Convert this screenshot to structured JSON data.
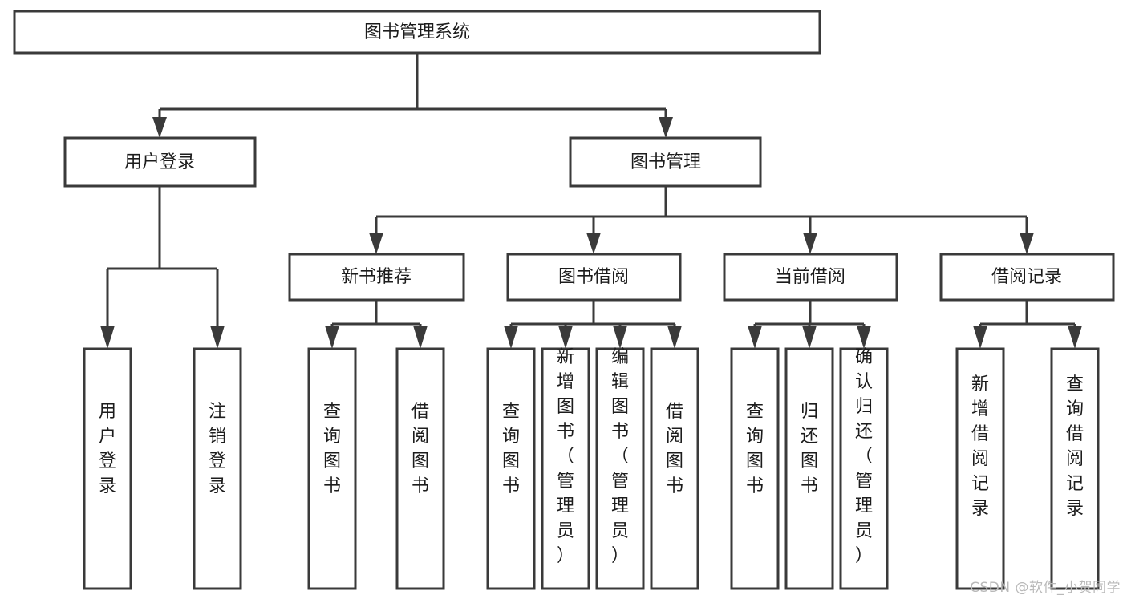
{
  "diagram": {
    "title": "图书管理系统",
    "type": "tree-hierarchy-diagram",
    "colors": {
      "background": "#ffffff",
      "box_stroke": "#3a3a3a",
      "box_fill": "#ffffff",
      "text": "#1c1c1c",
      "watermark": "#b9b9b9"
    },
    "root": {
      "label": "图书管理系统"
    },
    "level2": [
      {
        "label": "用户登录"
      },
      {
        "label": "图书管理"
      }
    ],
    "level3": [
      {
        "label": "新书推荐"
      },
      {
        "label": "图书借阅"
      },
      {
        "label": "当前借阅"
      },
      {
        "label": "借阅记录"
      }
    ],
    "leaves": {
      "user_login": [
        {
          "label": "用户登录"
        },
        {
          "label": "注销登录"
        }
      ],
      "new_book_recommend": [
        {
          "label": "查询图书"
        },
        {
          "label": "借阅图书"
        }
      ],
      "book_borrow": [
        {
          "label": "查询图书"
        },
        {
          "label": "新增图书（管理员）"
        },
        {
          "label": "编辑图书（管理员）"
        },
        {
          "label": "借阅图书"
        }
      ],
      "current_borrow": [
        {
          "label": "查询图书"
        },
        {
          "label": "归还图书"
        },
        {
          "label": "确认归还（管理员）"
        }
      ],
      "borrow_record": [
        {
          "label": "新增借阅记录"
        },
        {
          "label": "查询借阅记录"
        }
      ]
    }
  },
  "watermark": {
    "text": "CSDN @软件_小贺同学"
  }
}
